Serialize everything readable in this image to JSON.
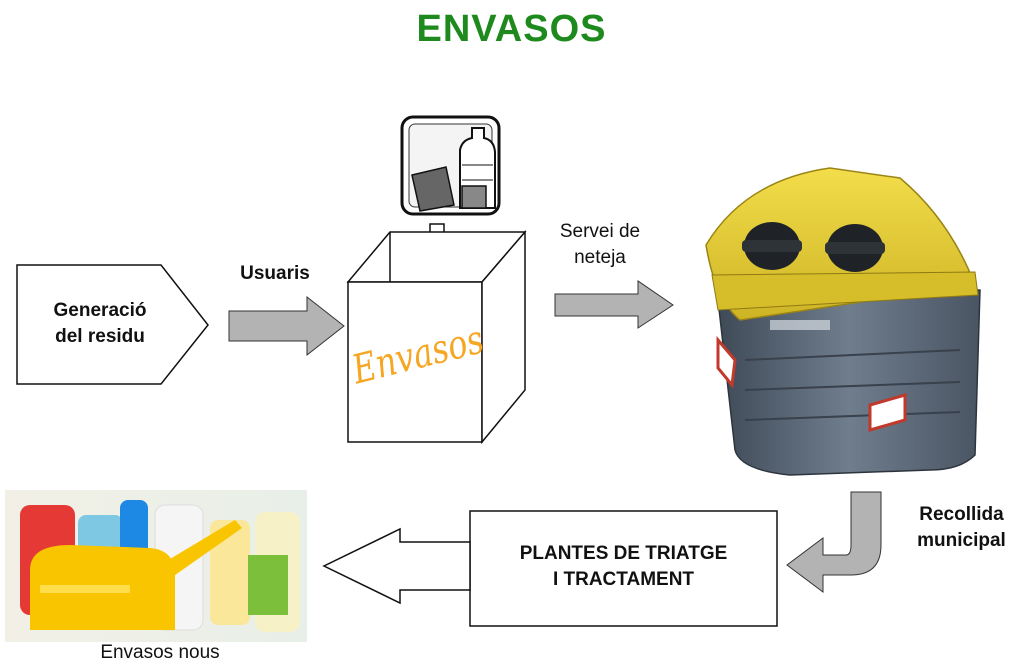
{
  "title": "ENVASOS",
  "generation": {
    "line1": "Generació",
    "line2": "del residu"
  },
  "users_label": "Usuaris",
  "box_label": "Envasos",
  "cleaning": {
    "line1": "Servei de",
    "line2": "neteja"
  },
  "collection": {
    "line1": "Recollida",
    "line2": "municipal"
  },
  "plants": {
    "line1": "PLANTES DE TRIATGE",
    "line2": "I TRACTAMENT"
  },
  "new_packaging_label": "Envasos nous",
  "colors": {
    "title": "#1e8a1e",
    "arrow": "#b3b3b3",
    "box_text": "#f5a623",
    "bin_lid": "#e7cf35",
    "bin_body": "#5b6877"
  }
}
